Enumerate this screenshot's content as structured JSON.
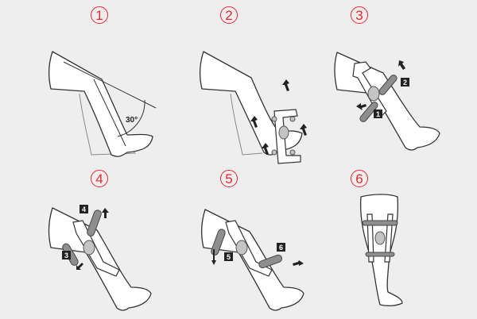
{
  "steps": [
    "1",
    "2",
    "3",
    "4",
    "5",
    "6"
  ],
  "angle_label": "30°",
  "badges": {
    "b1": "1",
    "b2": "2",
    "b3": "3",
    "b4": "4",
    "b5": "5",
    "b6": "6"
  },
  "colors": {
    "background": "#efeeef",
    "step_number": "#e8262b",
    "pad": "#8e8e8e"
  }
}
